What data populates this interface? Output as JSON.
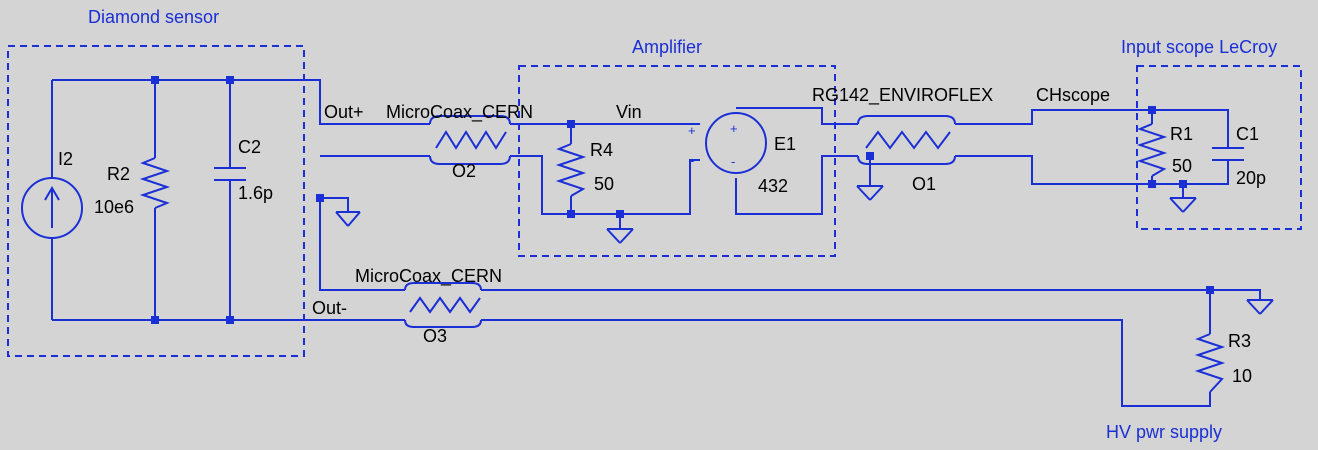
{
  "blocks": {
    "diamond_sensor": "Diamond sensor",
    "amplifier": "Amplifier",
    "input_scope": "Input scope LeCroy",
    "hv_supply": "HV pwr supply"
  },
  "nets": {
    "out_plus": "Out+",
    "out_minus": "Out-",
    "vin": "Vin",
    "chscope": "CHscope"
  },
  "components": {
    "I2": {
      "ref": "I2"
    },
    "R2": {
      "ref": "R2",
      "value": "10e6"
    },
    "C2": {
      "ref": "C2",
      "value": "1.6p"
    },
    "O2": {
      "ref": "O2",
      "model": "MicroCoax_CERN"
    },
    "O3": {
      "ref": "O3",
      "model": "MicroCoax_CERN"
    },
    "R4": {
      "ref": "R4",
      "value": "50"
    },
    "E1": {
      "ref": "E1",
      "value": "432",
      "plus": "+",
      "minus": "-"
    },
    "O1": {
      "ref": "O1",
      "model": "RG142_ENVIROFLEX"
    },
    "R1": {
      "ref": "R1",
      "value": "50"
    },
    "C1": {
      "ref": "C1",
      "value": "20p"
    },
    "R3": {
      "ref": "R3",
      "value": "10"
    }
  }
}
